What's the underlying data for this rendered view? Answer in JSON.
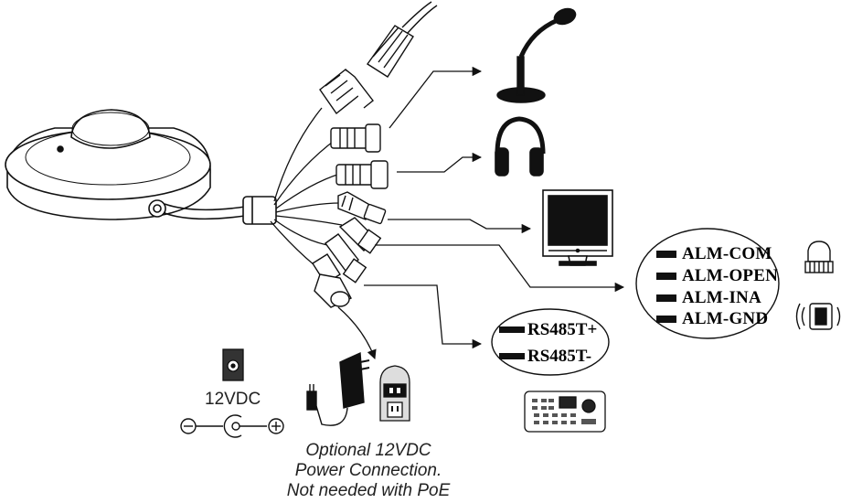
{
  "alarm": {
    "labels": [
      "ALM-COM",
      "ALM-OPEN",
      "ALM-INA",
      "ALM-GND"
    ]
  },
  "rs485": {
    "labels": [
      "RS485T+",
      "RS485T-"
    ]
  },
  "power": {
    "dc_label": "12VDC",
    "note_lines": [
      "Optional 12VDC",
      "Power Connection.",
      "Not needed with PoE"
    ]
  }
}
